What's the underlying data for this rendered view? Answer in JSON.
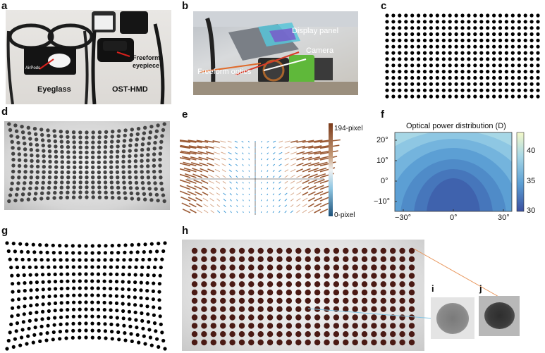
{
  "panels": {
    "a": {
      "label": "a",
      "airpods": "AirPods",
      "eyeglass": "Eyeglass",
      "osthmd": "OST-HMD",
      "freeform_line1": "Freeform",
      "freeform_line2": "eyepiece"
    },
    "b": {
      "label": "b",
      "display_panel": "Display panel",
      "camera": "Camera",
      "freeform_optics": "Freeform optics"
    },
    "c": {
      "label": "c"
    },
    "d": {
      "label": "d"
    },
    "e": {
      "label": "e",
      "scale_max": "194-pixel",
      "scale_min": "0-pixel"
    },
    "f": {
      "label": "f",
      "title": "Optical power distribution (D)",
      "y_ticks": [
        "20°",
        "10°",
        "0°",
        "−10°"
      ],
      "x_ticks": [
        "−30°",
        "0°",
        "30°"
      ],
      "colorbar_ticks": [
        "40",
        "35",
        "30"
      ]
    },
    "g": {
      "label": "g"
    },
    "h": {
      "label": "h"
    },
    "i": {
      "label": "i"
    },
    "j": {
      "label": "j"
    }
  },
  "colors": {
    "contour_dark": "#3a4fa0",
    "contour_light": "#a8d8ea",
    "arrow_blue": "#2f8fd0",
    "arrow_brown": "#8a4a26",
    "dot_h": "#4a1a14"
  }
}
